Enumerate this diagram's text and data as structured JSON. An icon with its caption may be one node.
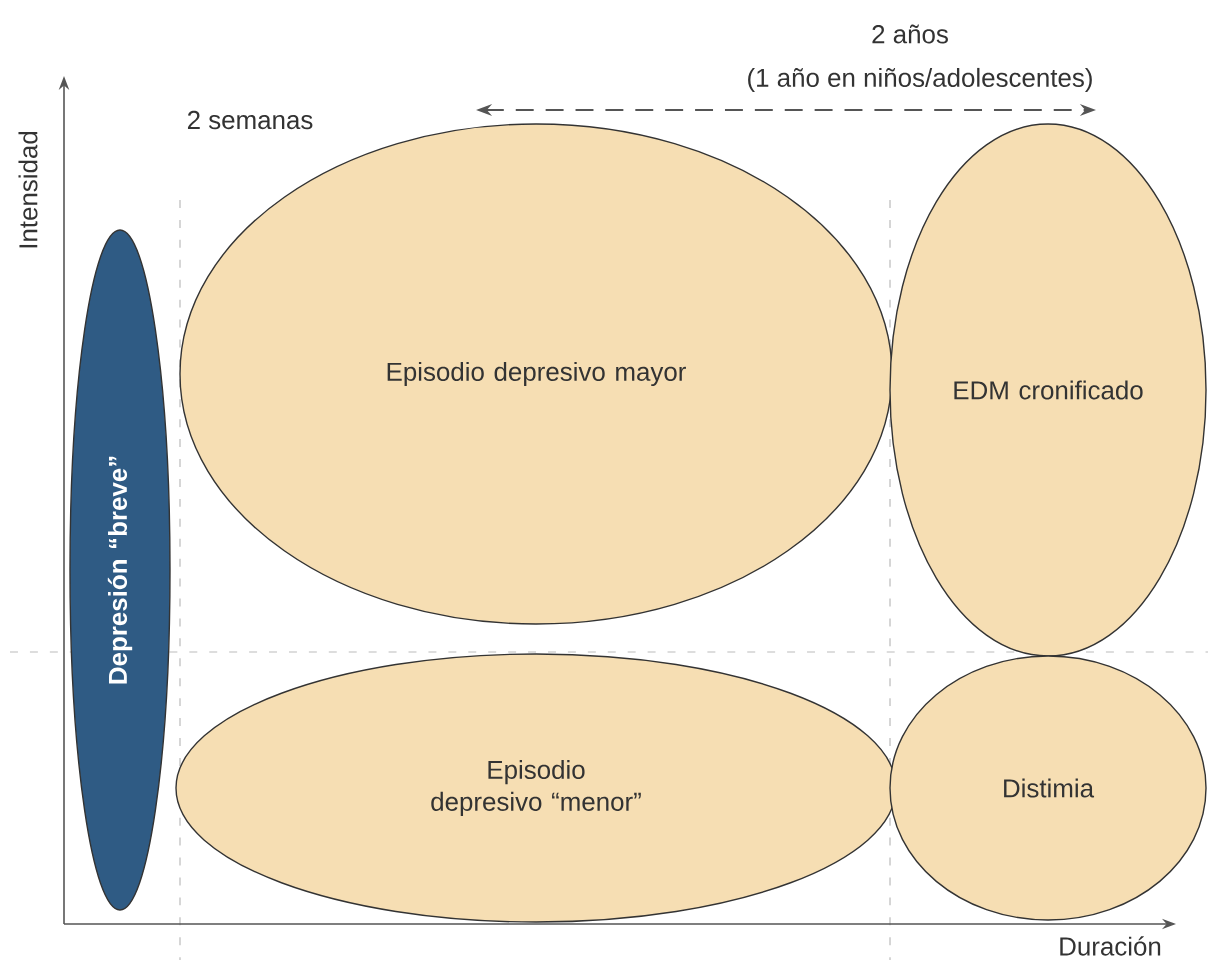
{
  "diagram": {
    "nodes": [
      {
        "text": [
          "Depresión “breve”"
        ]
      },
      {
        "text": [
          "Episodio depresivo mayor"
        ]
      },
      {
        "text": [
          "EDM cronificado"
        ]
      },
      {
        "text": [
          "Episodio depresivo “menor”"
        ]
      },
      {
        "text": [
          "Distimia"
        ]
      }
    ],
    "labels": [
      "2 años",
      "(1 año en niños/adolescentes)",
      "2 semanas",
      "Intensidad",
      "Duración"
    ]
  }
}
